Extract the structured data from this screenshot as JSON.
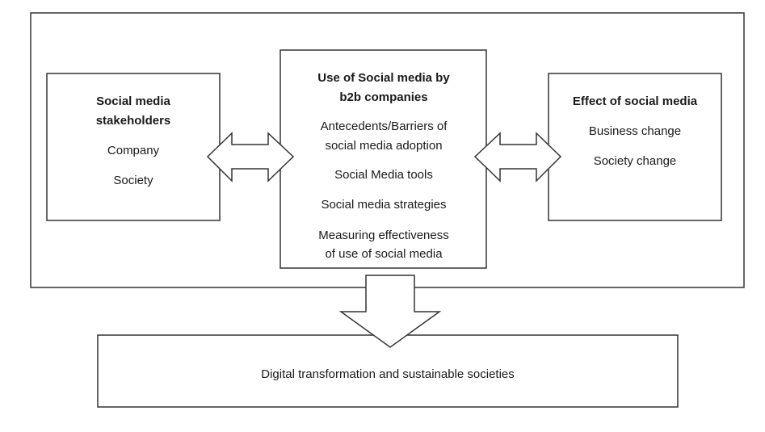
{
  "left_box": {
    "title_lines": [
      "Social media",
      "stakeholders"
    ],
    "items": [
      "Company",
      "Society"
    ]
  },
  "center_box": {
    "title_lines": [
      "Use of Social media by",
      "b2b companies"
    ],
    "items": [
      [
        "Antecedents/Barriers of",
        "social media adoption"
      ],
      [
        "Social Media tools"
      ],
      [
        "Social media strategies"
      ],
      [
        "Measuring effectiveness",
        "of use of social media"
      ]
    ]
  },
  "right_box": {
    "title": "Effect of social media",
    "items": [
      "Business change",
      "Society change"
    ]
  },
  "bottom_box": {
    "label": "Digital transformation and sustainable societies"
  }
}
